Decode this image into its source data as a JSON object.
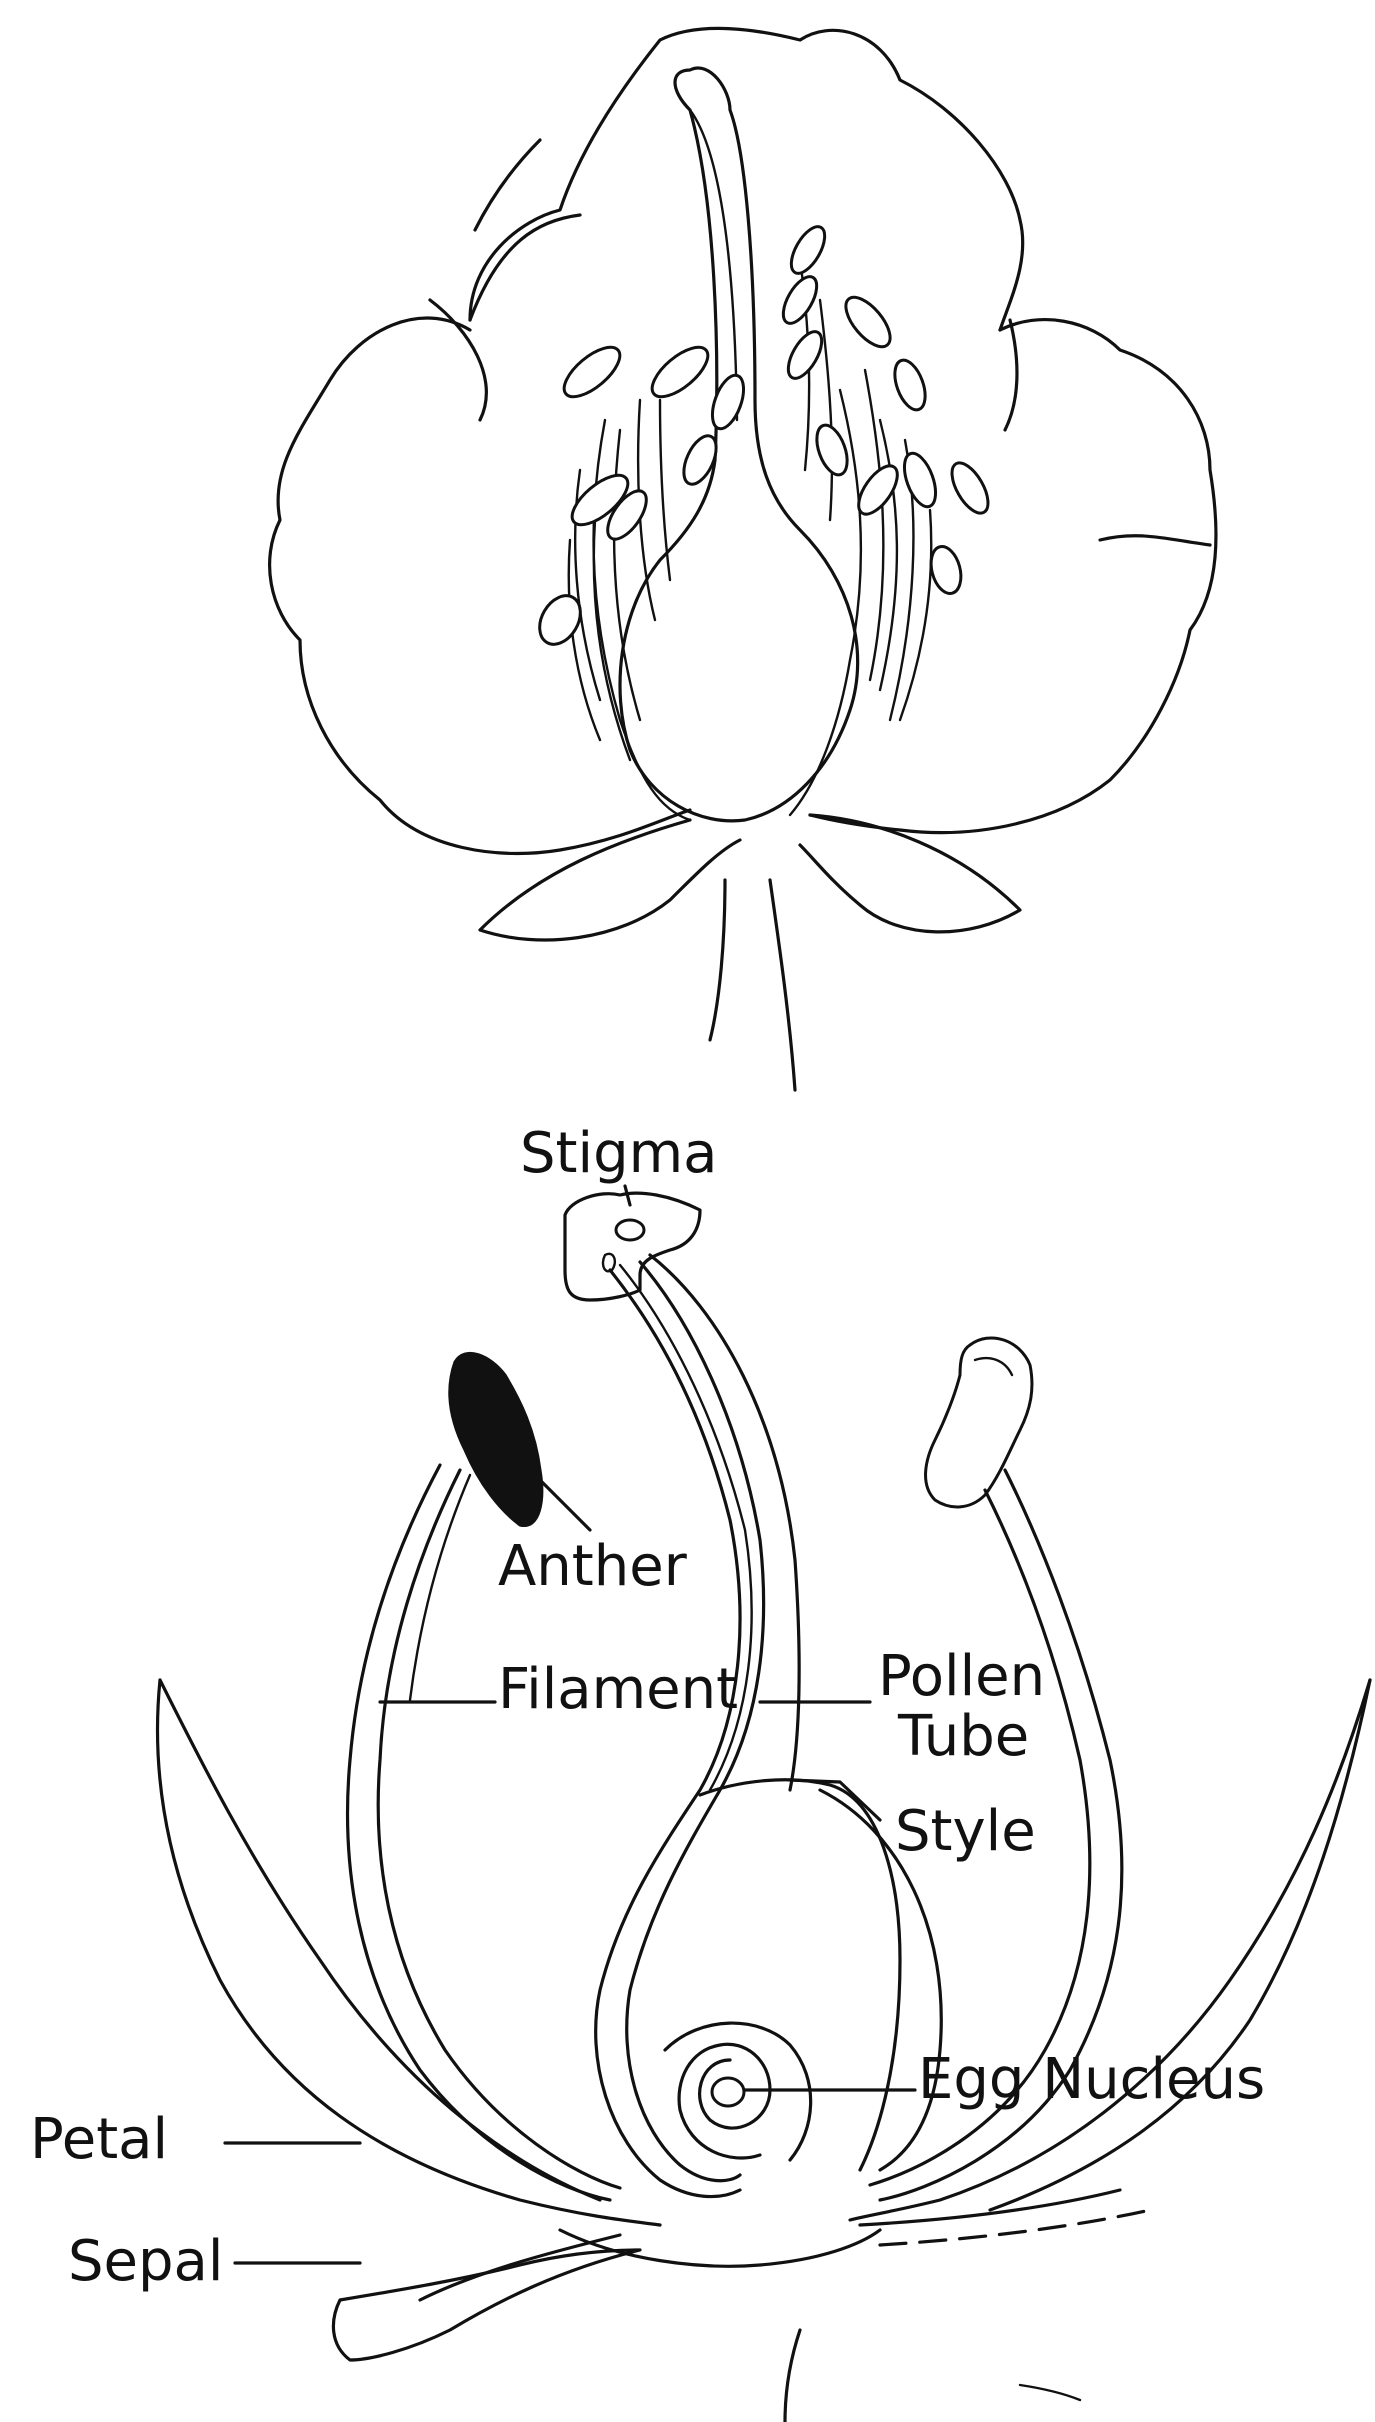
{
  "labels": {
    "stigma": "Stigma",
    "anther": "Anther",
    "filament": "Filament",
    "pollen_tube_1": "Pollen",
    "pollen_tube_2": "Tube",
    "style": "Style",
    "egg_nucleus": "Egg Nucleus",
    "petal": "Petal",
    "sepal": "Sepal"
  },
  "colors": {
    "ink": "#111111",
    "background": "#ffffff"
  }
}
